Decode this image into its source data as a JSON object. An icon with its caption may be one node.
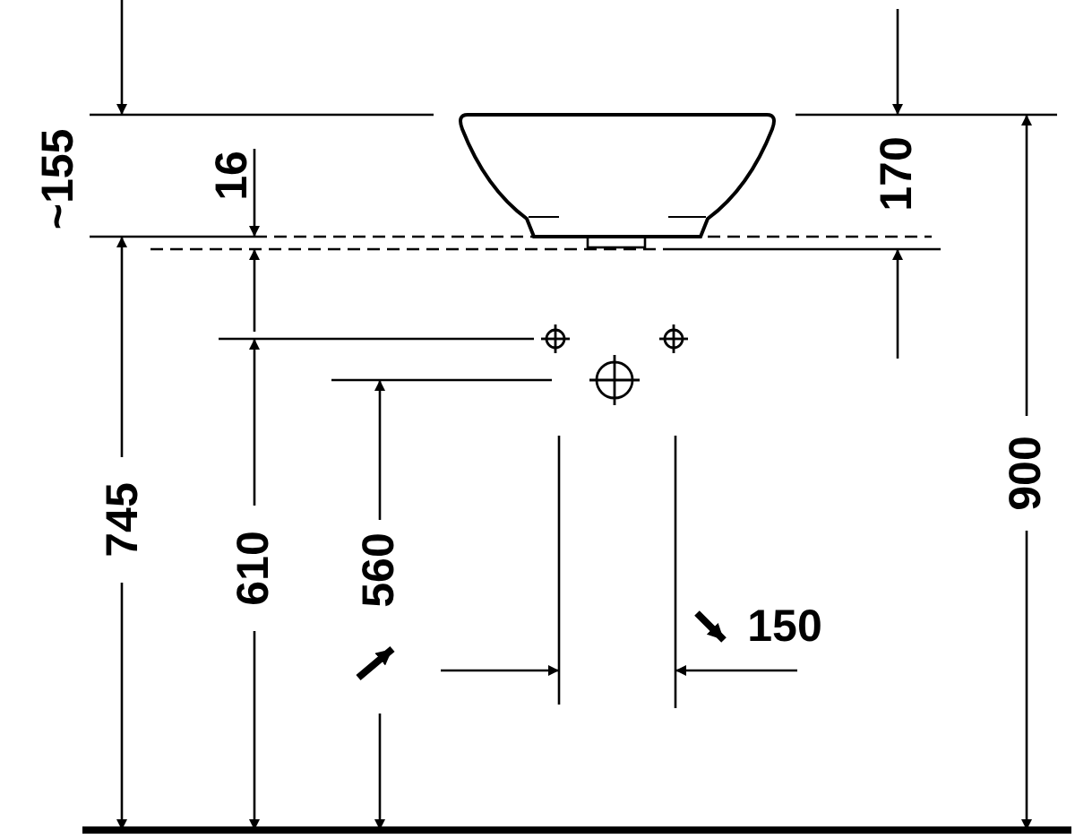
{
  "diagram": {
    "labels": [
      "~155",
      "16",
      "170",
      "900",
      "745",
      "610",
      "560",
      "150"
    ]
  }
}
